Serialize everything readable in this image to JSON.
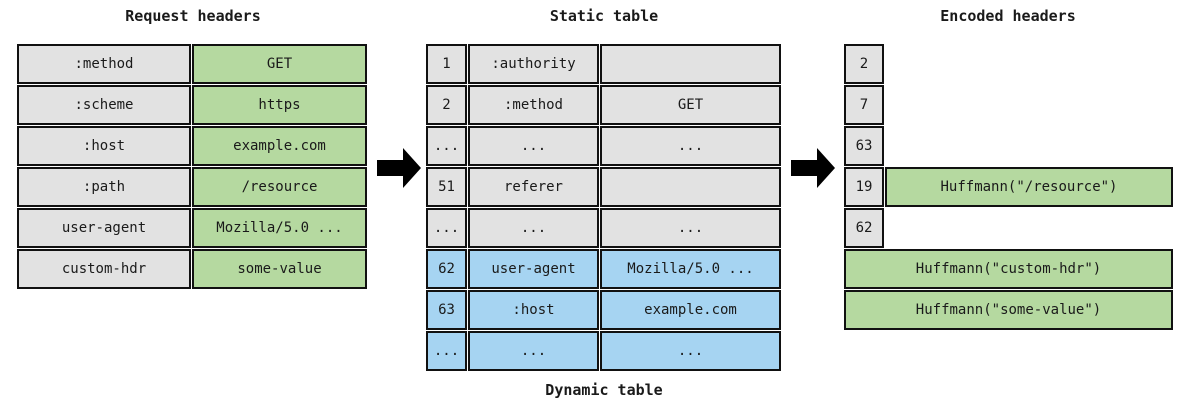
{
  "titles": {
    "request": "Request headers",
    "static_table": "Static table",
    "encoded": "Encoded headers",
    "dynamic_table": "Dynamic table"
  },
  "request_table": {
    "rows": [
      {
        "name": ":method",
        "value": "GET"
      },
      {
        "name": ":scheme",
        "value": "https"
      },
      {
        "name": ":host",
        "value": "example.com"
      },
      {
        "name": ":path",
        "value": "/resource"
      },
      {
        "name": "user-agent",
        "value": "Mozilla/5.0 ..."
      },
      {
        "name": "custom-hdr",
        "value": "some-value"
      }
    ]
  },
  "static_table": {
    "rows": [
      {
        "index": "1",
        "name": ":authority",
        "value": "",
        "section": "static"
      },
      {
        "index": "2",
        "name": ":method",
        "value": "GET",
        "section": "static"
      },
      {
        "index": "...",
        "name": "...",
        "value": "...",
        "section": "static"
      },
      {
        "index": "51",
        "name": "referer",
        "value": "",
        "section": "static"
      },
      {
        "index": "...",
        "name": "...",
        "value": "...",
        "section": "static"
      },
      {
        "index": "62",
        "name": "user-agent",
        "value": "Mozilla/5.0 ...",
        "section": "dynamic"
      },
      {
        "index": "63",
        "name": ":host",
        "value": "example.com",
        "section": "dynamic"
      },
      {
        "index": "...",
        "name": "...",
        "value": "...",
        "section": "dynamic"
      }
    ]
  },
  "encoded": {
    "index_boxes": [
      "2",
      "7",
      "63",
      "19",
      "62"
    ],
    "literal_boxes": [
      {
        "slot": 3,
        "text": "Huffmann(\"/resource\")",
        "align_with_index": true
      },
      {
        "slot": 5,
        "text": "Huffmann(\"custom-hdr\")",
        "align_with_index": false
      },
      {
        "slot": 6,
        "text": "Huffmann(\"some-value\")",
        "align_with_index": false
      }
    ]
  },
  "colors": {
    "static_fill": "#e2e2e2",
    "matched_fill": "#b5d9a0",
    "dynamic_fill": "#a6d4f2",
    "border": "#111111",
    "arrow": "#000000"
  }
}
